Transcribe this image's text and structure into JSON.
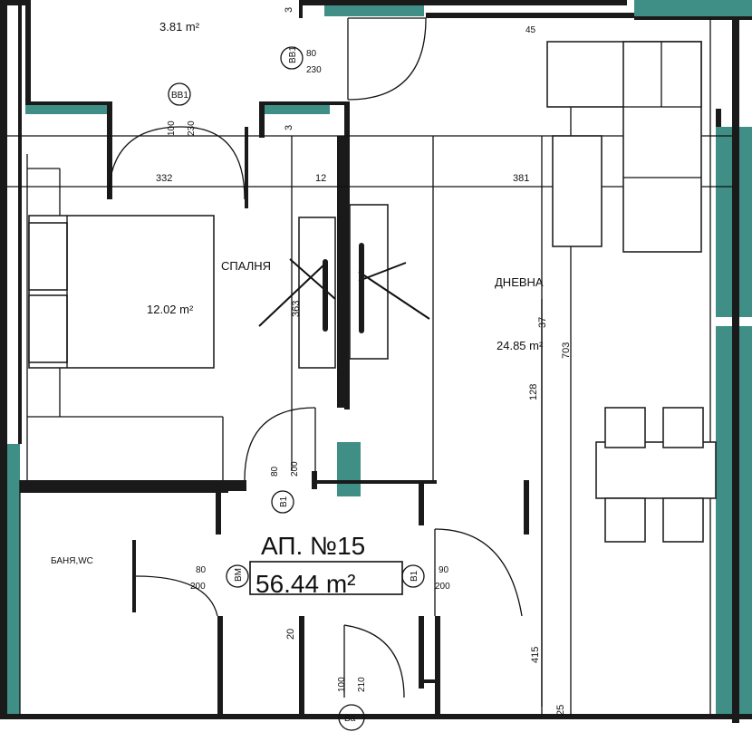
{
  "plan": {
    "apartment_title": "АП. №15",
    "apartment_area": "56.44 m²",
    "colors": {
      "wall": "#1a1a1a",
      "hatch": "#3f8f86",
      "background": "#ffffff"
    },
    "rooms": {
      "hall_area": "3.81 m²",
      "bedroom_name": "СПАЛНЯ",
      "bedroom_area": "12.02 m²",
      "living_name": "ДНЕВНА",
      "living_area": "24.85 m²",
      "bath_name": "БАНЯ,WC"
    },
    "dimensions": {
      "d332": "332",
      "d12": "12",
      "d381": "381",
      "d363": "363",
      "d37": "37",
      "d703": "703",
      "d128": "128",
      "d415": "415",
      "d25": "25",
      "d3_top": "3",
      "d3_mid": "3",
      "d45": "45",
      "d20": "20"
    },
    "doors": {
      "top": {
        "tag": "ВВ1",
        "w": "80",
        "h": "230"
      },
      "hall": {
        "tag": "BB1",
        "w": "100",
        "h": "230"
      },
      "bedroom": {
        "tag": "B1",
        "w": "80",
        "h": "200"
      },
      "bath": {
        "tag": "BM",
        "w": "80",
        "h": "200"
      },
      "living": {
        "tag": "B1",
        "w": "90",
        "h": "200"
      },
      "bottom": {
        "tag": "Ba",
        "w": "100",
        "h": "210"
      }
    }
  }
}
